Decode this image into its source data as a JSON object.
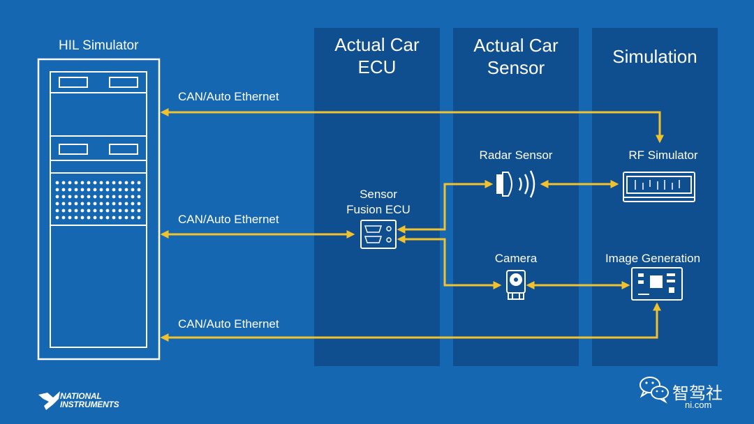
{
  "hil": {
    "title": "HIL Simulator"
  },
  "columns": [
    {
      "title_line1": "Actual Car",
      "title_line2": "ECU"
    },
    {
      "title_line1": "Actual Car",
      "title_line2": "Sensor"
    },
    {
      "title_line1": "Simulation",
      "title_line2": ""
    }
  ],
  "links": [
    "CAN/Auto Ethernet",
    "CAN/Auto Ethernet",
    "CAN/Auto Ethernet"
  ],
  "devices": {
    "ecu_line1": "Sensor",
    "ecu_line2": "Fusion ECU",
    "radar": "Radar Sensor",
    "camera": "Camera",
    "rf": "RF Simulator",
    "image_gen": "Image Generation"
  },
  "brand": {
    "line1": "NATIONAL",
    "line2": "INSTRUMENTS"
  },
  "watermark": {
    "cn": "智驾社",
    "domain": "ni.com"
  },
  "colors": {
    "background": "#1567b2",
    "column": "#0f4f8f",
    "arrow": "#f2c12e",
    "outline": "#ffffff"
  }
}
